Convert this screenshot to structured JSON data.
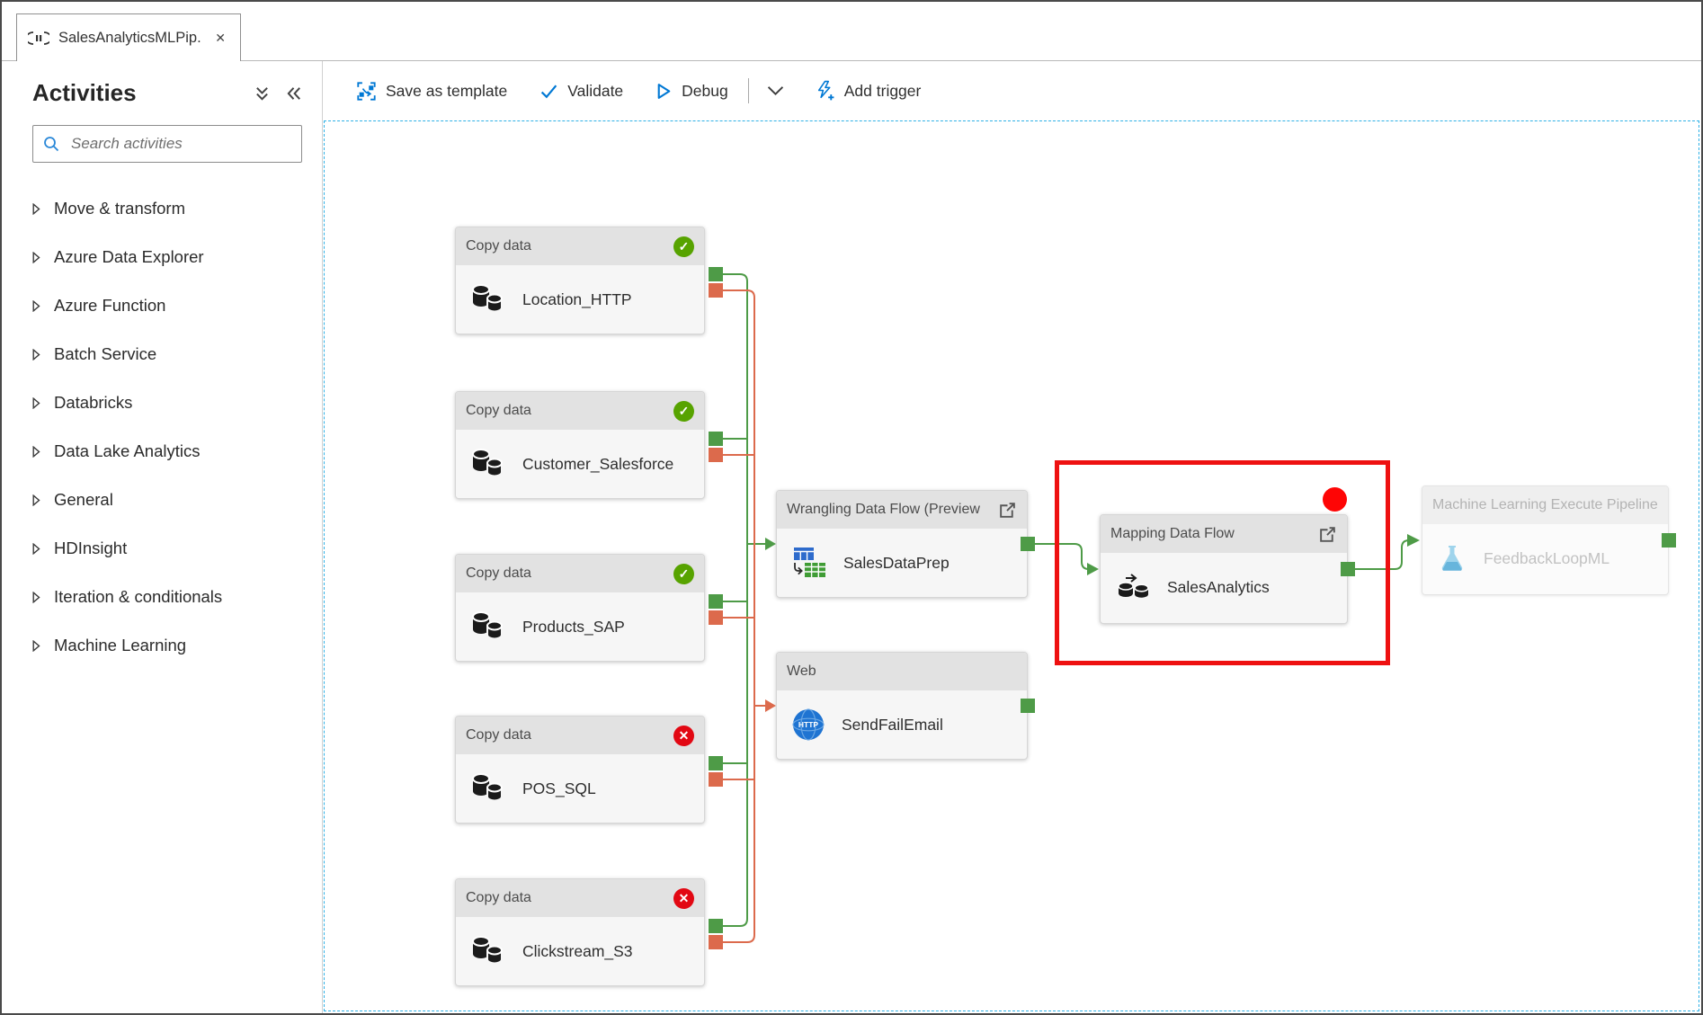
{
  "window": {
    "tab_title": "SalesAnalyticsMLPip...",
    "close_icon": "✕"
  },
  "sidebar": {
    "title": "Activities",
    "search_placeholder": "Search activities",
    "items": [
      {
        "label": "Move & transform"
      },
      {
        "label": "Azure Data Explorer"
      },
      {
        "label": "Azure Function"
      },
      {
        "label": "Batch Service"
      },
      {
        "label": "Databricks"
      },
      {
        "label": "Data Lake Analytics"
      },
      {
        "label": "General"
      },
      {
        "label": "HDInsight"
      },
      {
        "label": "Iteration & conditionals"
      },
      {
        "label": "Machine Learning"
      }
    ]
  },
  "toolbar": {
    "save_as_template": "Save as template",
    "validate": "Validate",
    "debug": "Debug",
    "add_trigger": "Add trigger"
  },
  "canvas": {
    "nodes": [
      {
        "type": "Copy data",
        "name": "Location_HTTP",
        "status": "success"
      },
      {
        "type": "Copy data",
        "name": "Customer_Salesforce",
        "status": "success"
      },
      {
        "type": "Copy data",
        "name": "Products_SAP",
        "status": "success"
      },
      {
        "type": "Copy data",
        "name": "POS_SQL",
        "status": "error"
      },
      {
        "type": "Copy data",
        "name": "Clickstream_S3",
        "status": "error"
      },
      {
        "type": "Wrangling Data Flow (Preview",
        "name": "SalesDataPrep"
      },
      {
        "type": "Web",
        "name": "SendFailEmail"
      },
      {
        "type": "Mapping Data Flow",
        "name": "SalesAnalytics"
      },
      {
        "type": "Machine Learning Execute Pipeline",
        "name": "FeedbackLoopML"
      }
    ],
    "colors": {
      "success_line": "#4e9b47",
      "failure_line": "#dc6a4c",
      "badge_success": "#57a300",
      "badge_error": "#e20813",
      "highlight_red": "#ee1111",
      "accent_blue": "#0078d4",
      "canvas_border": "#2fb1e6"
    }
  }
}
